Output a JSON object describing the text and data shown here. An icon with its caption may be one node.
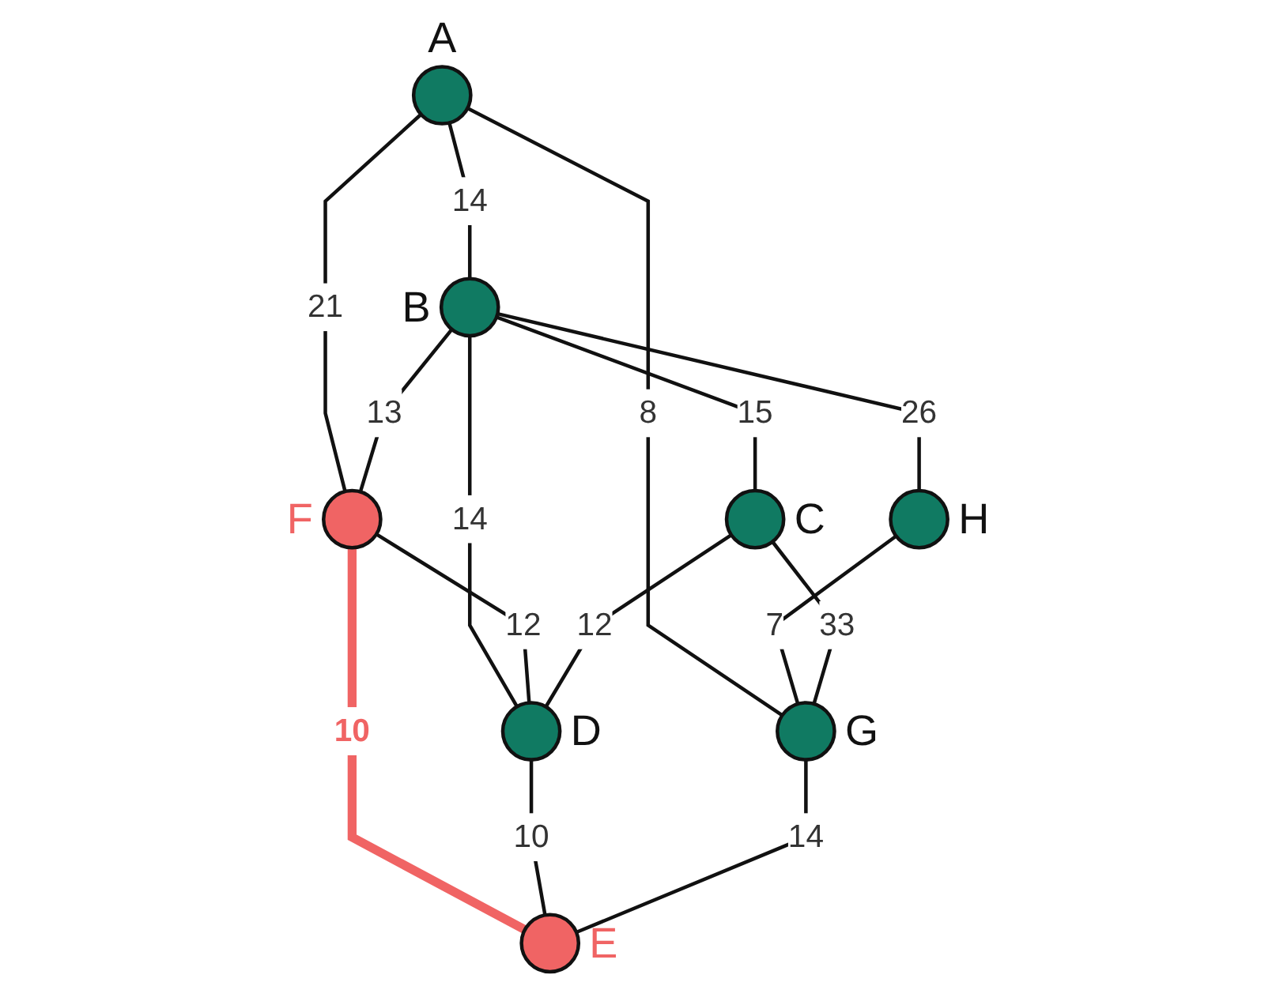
{
  "diagram": {
    "nodes": [
      {
        "text": [],
        "shape": "circle",
        "beside": [
          "A"
        ]
      },
      {
        "text": [],
        "shape": "circle",
        "beside": [
          "B"
        ]
      },
      {
        "text": [],
        "shape": "circle",
        "beside": [
          "H"
        ]
      },
      {
        "text": [],
        "shape": "circle",
        "beside": [
          "F"
        ]
      },
      {
        "text": [],
        "shape": "circle",
        "beside": [
          "G"
        ]
      },
      {
        "text": [],
        "shape": "circle",
        "beside": [
          "C"
        ]
      },
      {
        "text": [],
        "shape": "circle",
        "beside": [
          "D"
        ]
      },
      {
        "text": [],
        "shape": "circle",
        "beside": [
          "E"
        ]
      }
    ],
    "edges": [
      {
        "from": 0,
        "to": 1,
        "arrow": "none",
        "label": "14"
      },
      {
        "from": 1,
        "to": 2,
        "arrow": "none",
        "label": "26"
      },
      {
        "from": 0,
        "to": 3,
        "arrow": "none",
        "label": "21"
      },
      {
        "from": 0,
        "to": 4,
        "arrow": "none",
        "label": "8"
      },
      {
        "from": 2,
        "to": 4,
        "arrow": "none",
        "label": "7"
      },
      {
        "from": 1,
        "to": 3,
        "arrow": "none",
        "label": "13"
      },
      {
        "from": 1,
        "to": 6,
        "arrow": "none",
        "label": "14"
      },
      {
        "from": 1,
        "to": 5,
        "arrow": "none",
        "label": "15"
      },
      {
        "from": 3,
        "to": 6,
        "arrow": "none",
        "label": "12"
      },
      {
        "from": 3,
        "to": 7,
        "arrow": "none",
        "label": "10",
        "style": "thick",
        "color": "#f06464"
      },
      {
        "from": 5,
        "to": 6,
        "arrow": "none",
        "label": "12"
      },
      {
        "from": 6,
        "to": 7,
        "arrow": "none",
        "label": "10"
      },
      {
        "from": 4,
        "to": 7,
        "arrow": "none",
        "label": "14"
      },
      {
        "from": 5,
        "to": 4,
        "arrow": "none",
        "label": "33"
      }
    ]
  }
}
